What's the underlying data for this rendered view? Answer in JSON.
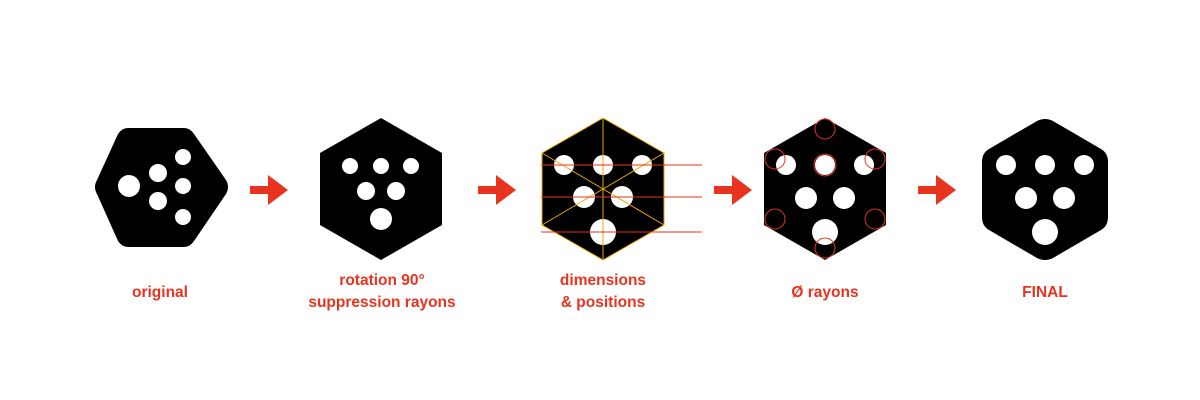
{
  "steps": [
    {
      "id": "original",
      "label_lines": [
        "original"
      ]
    },
    {
      "id": "rotation",
      "label_lines": [
        "rotation 90°",
        "suppression rayons"
      ]
    },
    {
      "id": "dimensions",
      "label_lines": [
        "dimensions",
        "& positions"
      ]
    },
    {
      "id": "radii",
      "label_lines": [
        "Ø rayons"
      ]
    },
    {
      "id": "final",
      "label_lines": [
        "FINAL"
      ]
    }
  ],
  "colors": {
    "accent": "#e8331f",
    "shape": "#000000",
    "background": "#ffffff",
    "guide_yellow": "#e8a800"
  },
  "icons": {
    "arrow": "right-arrow-icon",
    "hexagon": "hexagon-icon"
  }
}
